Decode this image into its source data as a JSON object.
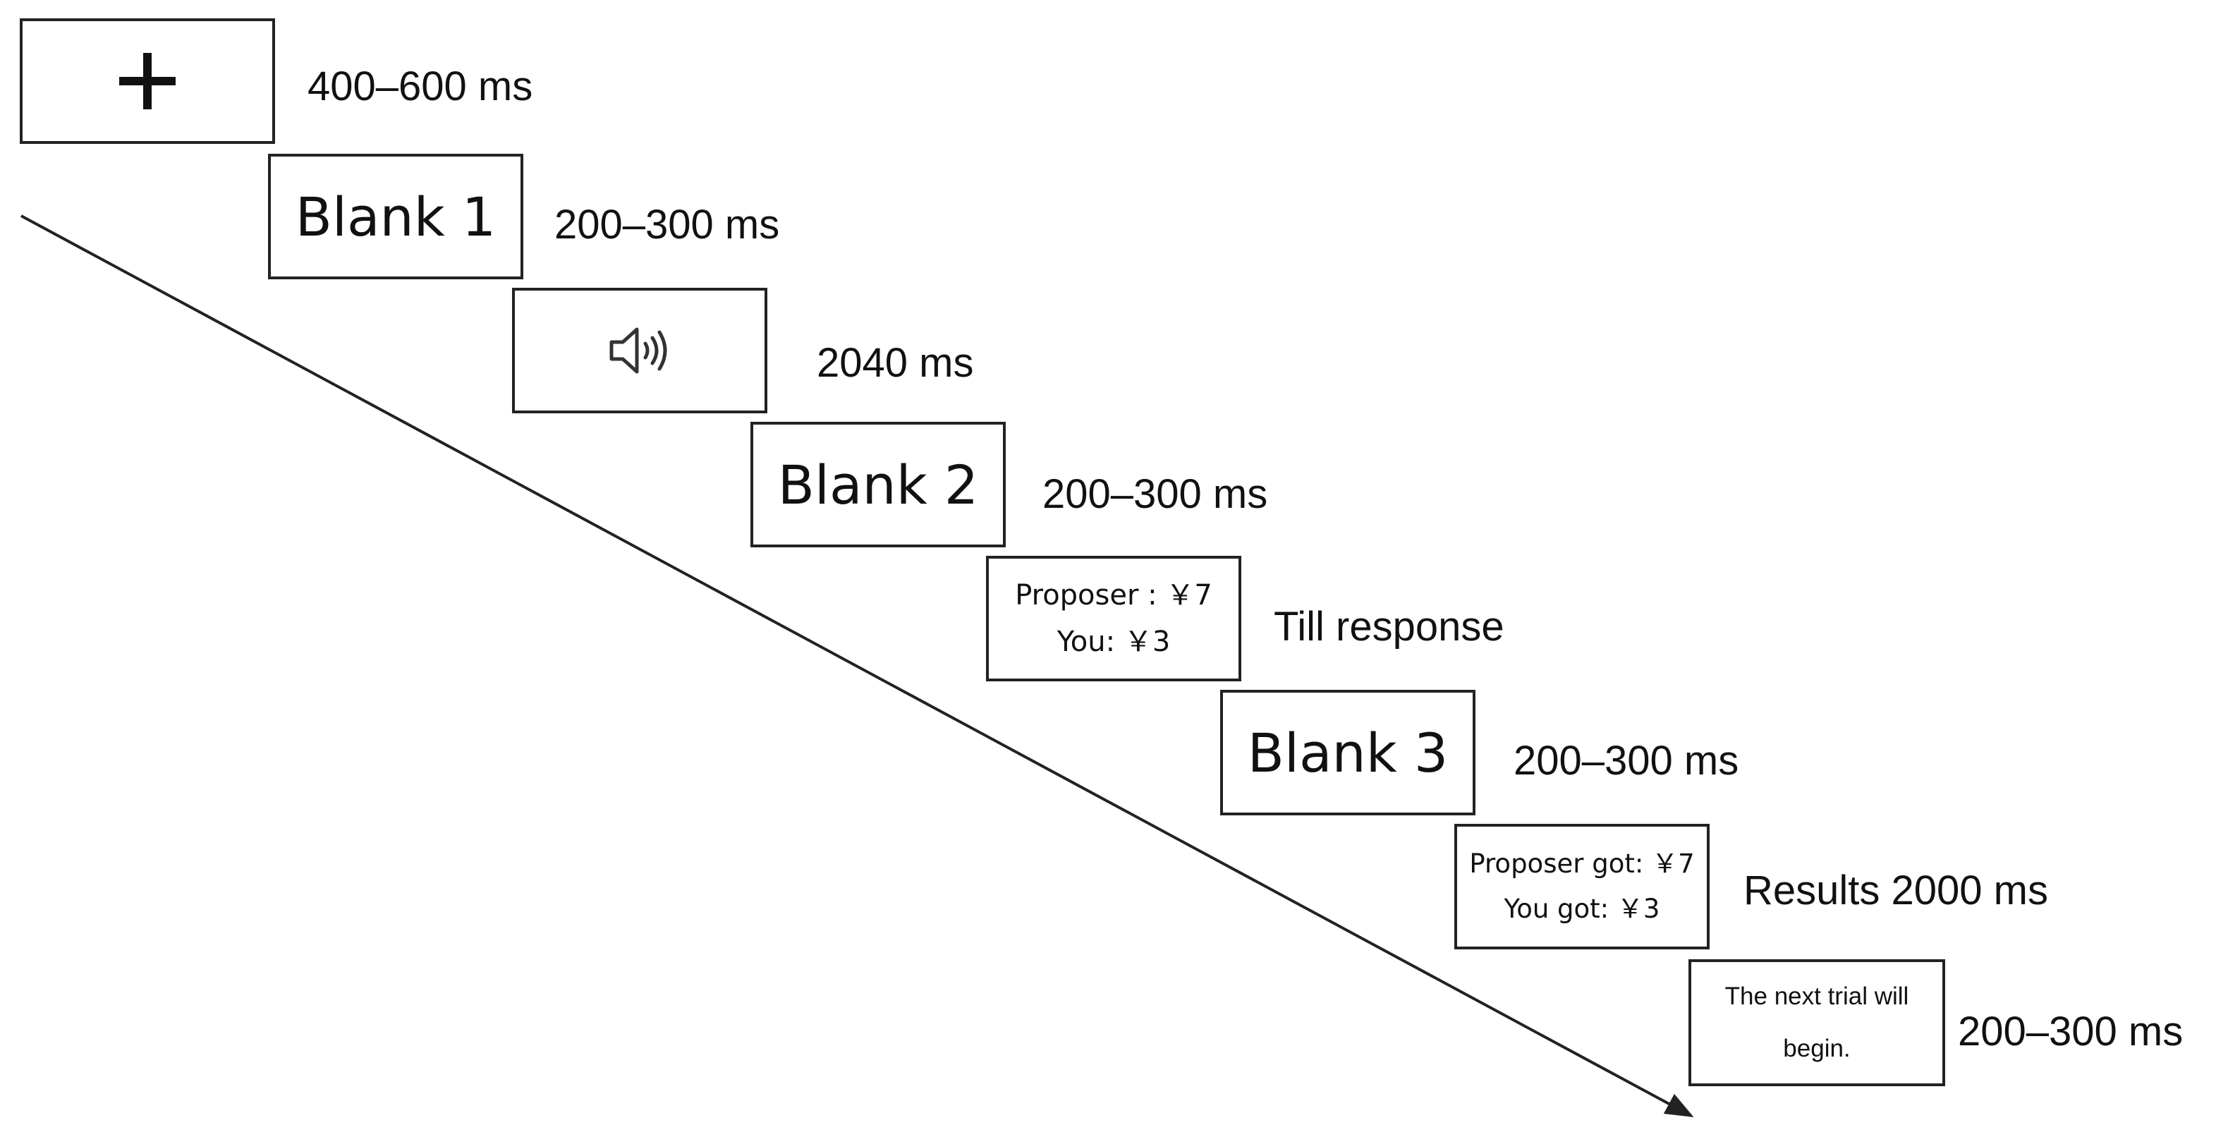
{
  "screens": {
    "fixation": {
      "icon": "plus-icon",
      "duration": "400–600 ms"
    },
    "blank1": {
      "label": "Blank 1",
      "duration": "200–300 ms"
    },
    "sound": {
      "icon": "speaker-icon",
      "duration": "2040 ms"
    },
    "blank2": {
      "label": "Blank 2",
      "duration": "200–300 ms"
    },
    "offer": {
      "line1": "Proposer : ￥7",
      "line2": "You: ￥3",
      "duration": "Till response"
    },
    "blank3": {
      "label": "Blank 3",
      "duration": "200–300 ms"
    },
    "results": {
      "line1": "Proposer got: ￥7",
      "line2": "You got: ￥3",
      "duration": "Results 2000 ms"
    },
    "next": {
      "line1": "The next trial will",
      "line2": "begin.",
      "duration": "200–300 ms"
    }
  },
  "colors": {
    "stroke": "#222222",
    "text": "#111111",
    "background": "#ffffff"
  }
}
